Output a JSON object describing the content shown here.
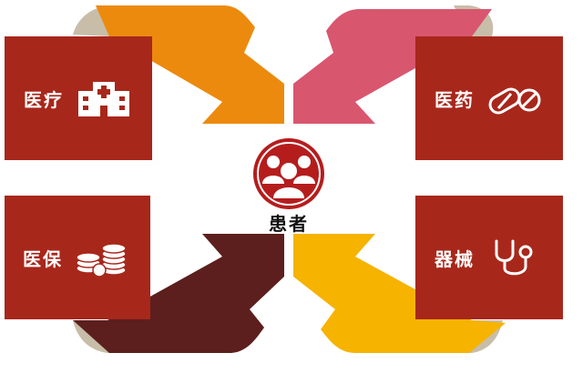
{
  "center": {
    "label": "患者",
    "icon": "patients-group-icon"
  },
  "boxes": [
    {
      "label": "医疗",
      "icon": "hospital-icon"
    },
    {
      "label": "医药",
      "icon": "pills-icon"
    },
    {
      "label": "医保",
      "icon": "coins-icon"
    },
    {
      "label": "器械",
      "icon": "stethoscope-icon"
    }
  ],
  "colors": {
    "box": "#a8271b",
    "arrow_tl": "#ec8a0e",
    "arrow_tr": "#d9566f",
    "arrow_bl": "#5c1f1d",
    "arrow_br": "#f6b300",
    "fold": "#c8bda8",
    "center_circle": "#b51d1d"
  }
}
